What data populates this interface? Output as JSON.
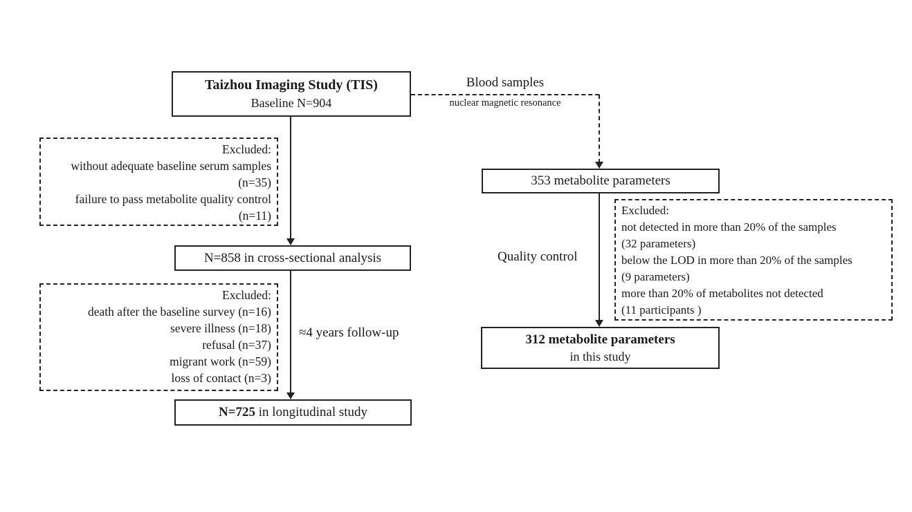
{
  "figure": {
    "background_color": "#ffffff",
    "line_color": "#222222",
    "nodes": {
      "tis": {
        "title": "Taizhou Imaging Study (TIS)",
        "subtitle": "Baseline N=904"
      },
      "excluded_baseline": {
        "lines": [
          "Excluded:",
          "without adequate baseline serum samples",
          "(n=35)",
          "failure to pass metabolite quality control",
          "(n=11)"
        ]
      },
      "cross_sectional": {
        "label": "N=858 in cross-sectional analysis"
      },
      "excluded_followup": {
        "lines": [
          "Excluded:",
          "death after the baseline survey (n=16)",
          "severe illness (n=18)",
          "refusal (n=37)",
          "migrant work (n=59)",
          "loss of contact (n=3)"
        ]
      },
      "longitudinal": {
        "emphasis": "N=725",
        "rest": " in longitudinal study"
      },
      "metabolites_353": {
        "label": "353 metabolite parameters"
      },
      "excluded_quality": {
        "lines": [
          "Excluded:",
          "not detected in more than 20% of the samples",
          "(32 parameters)",
          "below the LOD in more than 20% of the samples",
          "(9 parameters)",
          "more than 20% of metabolites not detected",
          " (11 participants )"
        ]
      },
      "metabolites_312": {
        "title": "312 metabolite parameters",
        "subtitle": "in this study"
      }
    },
    "edge_labels": {
      "blood_samples": "Blood samples",
      "nmr_method": "nuclear magnetic resonance",
      "follow_up": "≈4 years follow-up",
      "quality_control": "Quality control"
    }
  }
}
